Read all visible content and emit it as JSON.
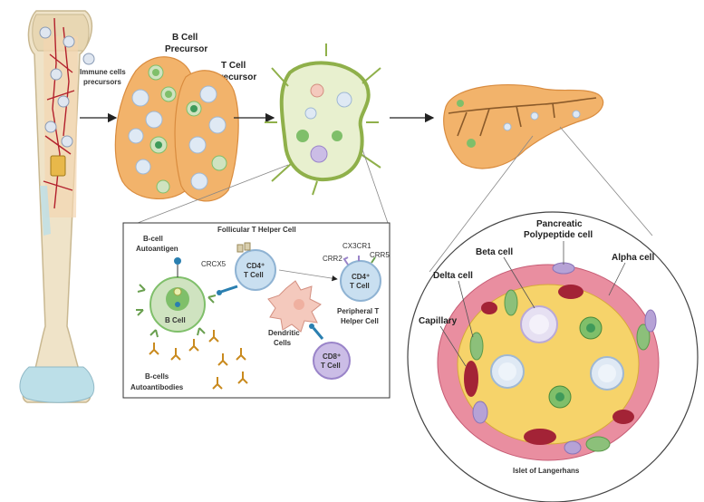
{
  "labels": {
    "immune_precursors_1": "Immune cells",
    "immune_precursors_2": "precursors",
    "bcell_precursor_1": "B Cell",
    "bcell_precursor_2": "Precursor",
    "tcell_precursor_1": "T Cell",
    "tcell_precursor_2": "Precursor",
    "bcell_autoantigen_1": "B-cell",
    "bcell_autoantigen_2": "Autoantigen",
    "follicular_th": "Follicular T Helper Cell",
    "crcx5": "CRCX5",
    "cd4_t_cell_1": "CD4⁺",
    "cd4_t_cell_2": "T Cell",
    "b_cell": "B Cell",
    "dendritic_1": "Dendritic",
    "dendritic_2": "Cells",
    "bcells_autoantibodies_1": "B-cells",
    "bcells_autoantibodies_2": "Autoantibodies",
    "cd8_t_cell_1": "CD8⁺",
    "cd8_t_cell_2": "T Cell",
    "cx3cr1": "CX3CR1",
    "crr2": "CRR2",
    "crr5": "CRR5",
    "cd4_periph_1": "CD4⁺",
    "cd4_periph_2": "T Cell",
    "peripheral_th_1": "Peripheral T",
    "peripheral_th_2": "Helper Cell",
    "pancreatic_pp_1": "Pancreatic",
    "pancreatic_pp_2": "Polypeptide cell",
    "beta_cell": "Beta cell",
    "alpha_cell": "Alpha cell",
    "delta_cell": "Delta cell",
    "capillary": "Capillary",
    "islet": "Islet of Langerhans"
  },
  "colors": {
    "tissue_orange": "#f2b36b",
    "tissue_stroke": "#d98c3f",
    "bone": "#efe3c8",
    "bone_blue": "#bcdfe8",
    "lymph_green": "#b9d77a",
    "islet_pink": "#e98ea0",
    "islet_yellow": "#f6d36a",
    "bcell_green": "#7fbf6a",
    "tcell_blue": "#c9dff0",
    "dendritic_pink": "#f4c9bd",
    "cd8_purple": "#cbbde6",
    "vessel_red": "#b3202c"
  }
}
